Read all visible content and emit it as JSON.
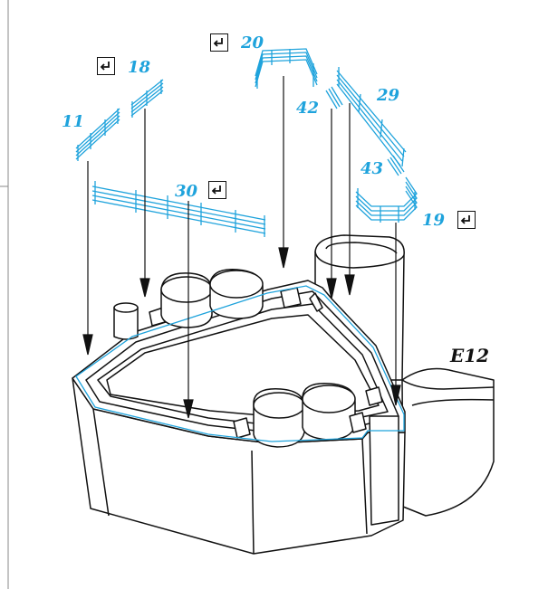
{
  "diagram": {
    "step_label": "E12",
    "parts": [
      {
        "id": "p11",
        "label": "11"
      },
      {
        "id": "p18",
        "label": "18"
      },
      {
        "id": "p20",
        "label": "20"
      },
      {
        "id": "p42",
        "label": "42"
      },
      {
        "id": "p29",
        "label": "29"
      },
      {
        "id": "p30",
        "label": "30"
      },
      {
        "id": "p43",
        "label": "43"
      },
      {
        "id": "p19",
        "label": "19"
      }
    ],
    "flip_icon": "turn-over-icon",
    "colors": {
      "part": "#1fa3dc",
      "line": "#111111"
    }
  }
}
